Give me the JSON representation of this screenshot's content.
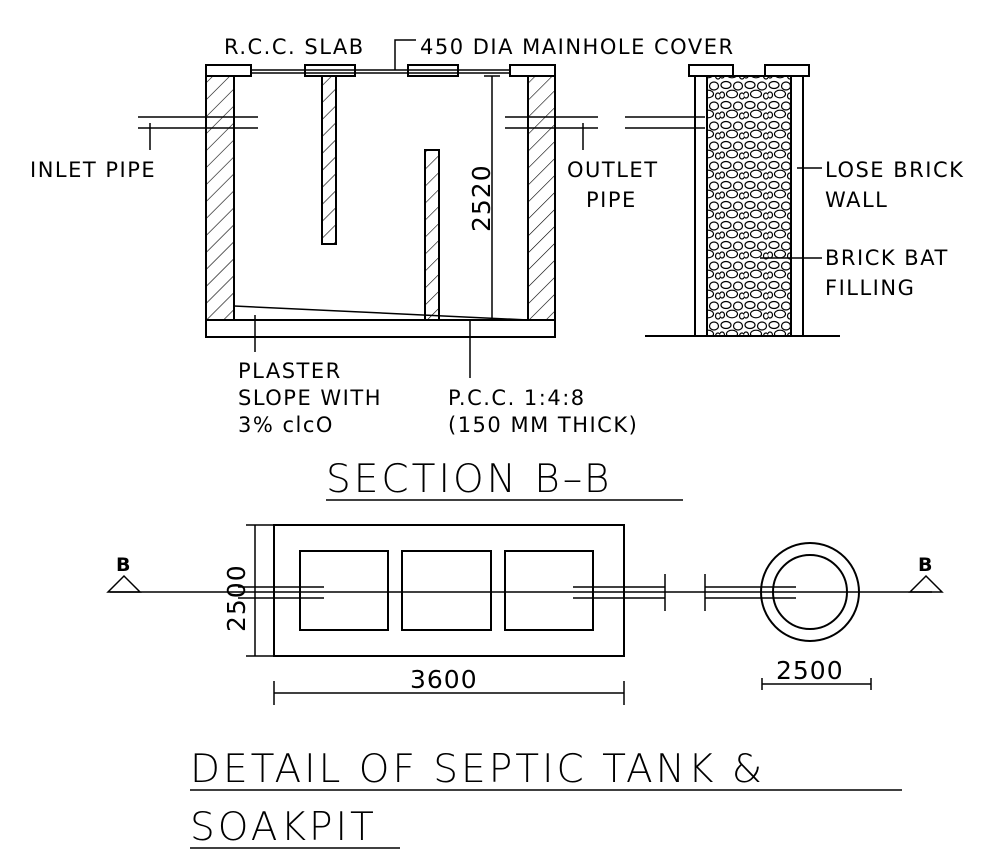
{
  "labels": {
    "rcc_slab": "R.C.C. SLAB",
    "manhole_cover": "450 DIA MAINHOLE COVER",
    "inlet_pipe": "INLET PIPE",
    "outlet_pipe_1": "OUTLET",
    "outlet_pipe_2": "PIPE",
    "lose_brick_1": "LOSE BRICK",
    "lose_brick_2": "WALL",
    "brick_bat_1": "BRICK BAT",
    "brick_bat_2": "FILLING",
    "plaster_1": "PLASTER",
    "plaster_2": "SLOPE WITH",
    "plaster_3": "3% clcO",
    "pcc_1": "P.C.C. 1:4:8",
    "pcc_2": "(150 MM THICK)"
  },
  "dimensions": {
    "tank_height": "2520",
    "tank_width": "2500",
    "tank_length": "3600",
    "soakpit_dia": "2500"
  },
  "section_marks": {
    "left": "B",
    "right": "B"
  },
  "titles": {
    "section": "SECTION B–B",
    "detail_line1": "DETAIL OF SEPTIC TANK &",
    "detail_line2": "SOAKPIT"
  }
}
